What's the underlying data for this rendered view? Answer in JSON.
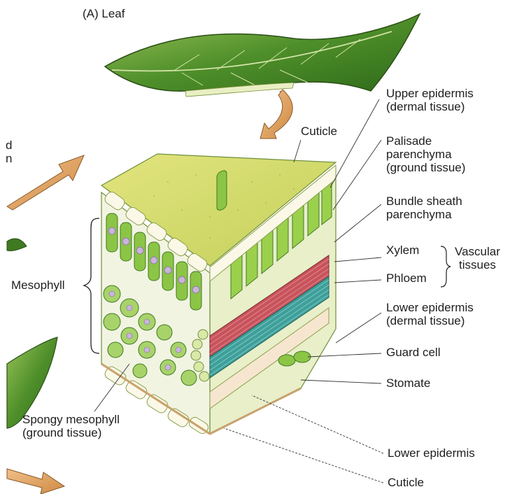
{
  "panel": {
    "title": "(A) Leaf"
  },
  "labels": {
    "cuticle_top": "Cuticle",
    "upper_epidermis": [
      "Upper epidermis",
      "(dermal tissue)"
    ],
    "palisade": [
      "Palisade",
      "parenchyma",
      "(ground tissue)"
    ],
    "bundle_sheath": [
      "Bundle sheath",
      "parenchyma"
    ],
    "xylem": "Xylem",
    "phloem": "Phloem",
    "vascular": [
      "Vascular",
      "tissues"
    ],
    "lower_epidermis_right": [
      "Lower epidermis",
      "(dermal tissue)"
    ],
    "guard_cell": "Guard cell",
    "stomate": "Stomate",
    "lower_epidermis_bottom": "Lower epidermis",
    "cuticle_bottom": "Cuticle",
    "mesophyll": "Mesophyll",
    "spongy": [
      "Spongy mesophyll",
      "(ground tissue)"
    ],
    "cropped_left": [
      "d",
      "n"
    ]
  },
  "colors": {
    "leaf_green": "#4f8f2a",
    "cuticle_yellow": "#d6dc6a",
    "palisade_green": "#8cc545",
    "nucleus_violet": "#c9b4dc",
    "xylem_red": "#c8535c",
    "phloem_teal": "#3f9f9a",
    "arrow_orange": "#d99a55",
    "epidermis_cream": "#f6f1de"
  }
}
